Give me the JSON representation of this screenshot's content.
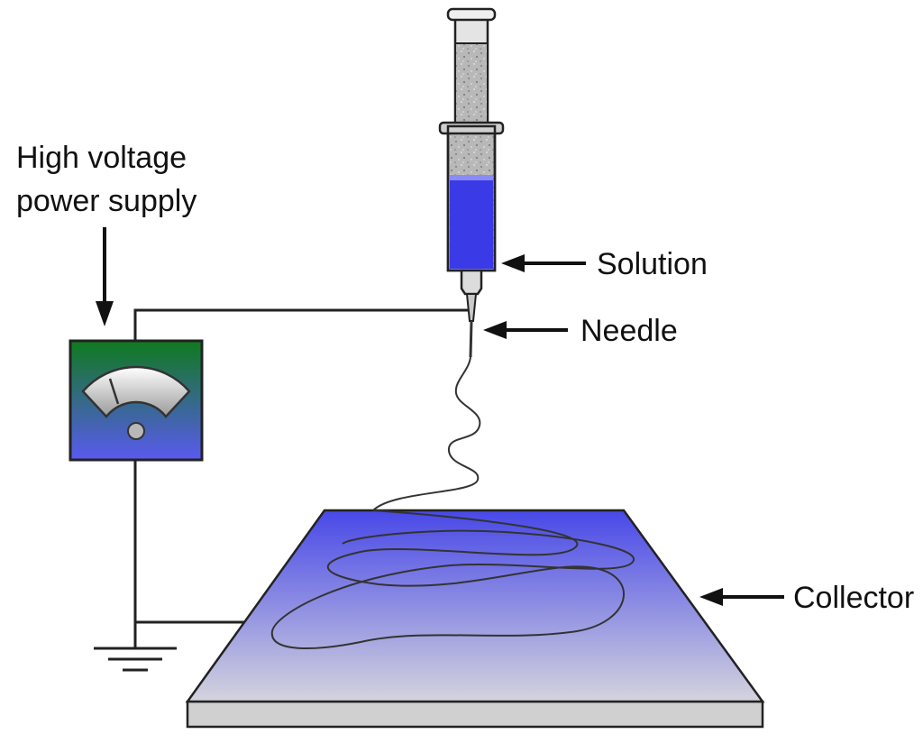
{
  "labels": {
    "power_supply_line1": "High voltage",
    "power_supply_line2": "power supply",
    "solution": "Solution",
    "needle": "Needle",
    "collector": "Collector"
  },
  "colors": {
    "solution": "#3a3ae6",
    "collector_top": "#4848e8",
    "collector_bottom": "#d4d4de",
    "meter_top": "#0f7a1e",
    "meter_bottom": "#5a5af0",
    "syringe_barrel": "#b9b9b9",
    "stroke": "#222222"
  },
  "icons": [
    "syringe-icon",
    "voltmeter-icon",
    "ground-symbol-icon",
    "arrow-icon"
  ]
}
